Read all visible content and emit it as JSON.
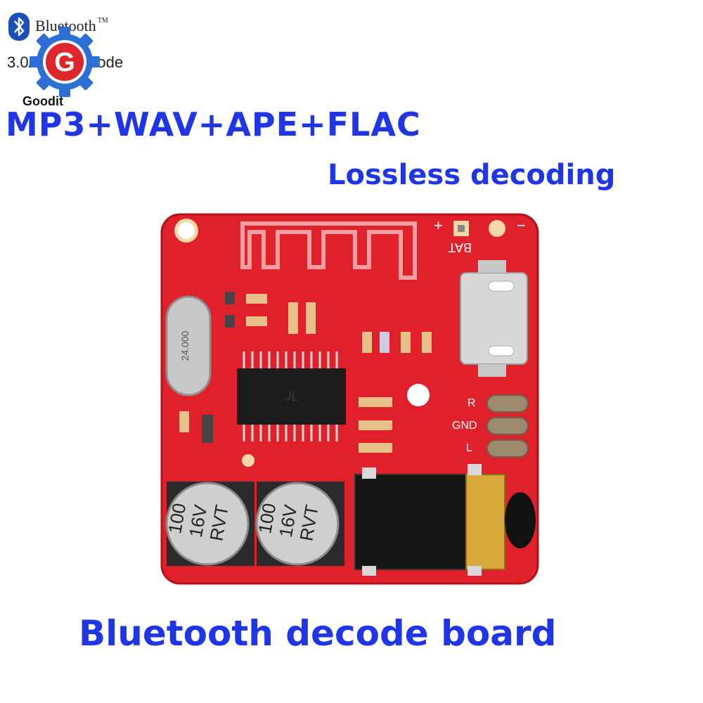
{
  "badge": {
    "bluetooth_word": "Bluetooth",
    "trademark": "TM",
    "mode_text": "3.0/4.0/4.1 mode"
  },
  "logo": {
    "letter": "G",
    "caption": "Goodit"
  },
  "headline": "MP3+WAV+APE+FLAC",
  "subheadline": "Lossless decoding",
  "footer": "Bluetooth decode board",
  "board": {
    "bat_label": "BAT",
    "plus_label": "+",
    "minus_label": "−",
    "crystal_label": "24.000",
    "chip_marking": "JL",
    "pin_r": "R",
    "pin_gnd": "GND",
    "pin_l": "L",
    "cap_left": {
      "line1": "100",
      "line2": "16V",
      "line3": "RVT"
    },
    "cap_right": {
      "line1": "100",
      "line2": "16V",
      "line3": "RVT"
    }
  },
  "colors": {
    "text_blue": "#1f35e8",
    "board_red": "#e0202a",
    "logo_blue": "#2d6fd6",
    "logo_red": "#e0262d"
  }
}
